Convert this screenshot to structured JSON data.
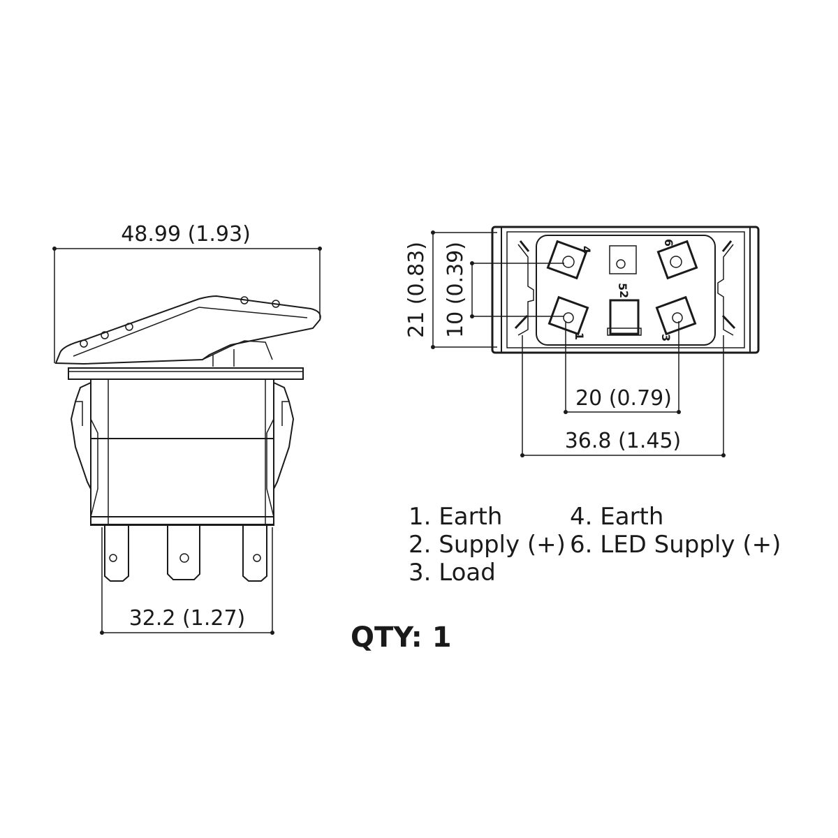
{
  "dimensions": {
    "overall_width": "48.99 (1.93)",
    "body_width": "32.2 (1.27)",
    "height_total": "21 (0.83)",
    "height_pin_pitch": "10 (0.39)",
    "pin_spacing": "20 (0.79)",
    "housing_width": "36.8 (1.45)"
  },
  "pin_numbers": {
    "p1": "1",
    "p2": "2",
    "p3": "3",
    "p4": "4",
    "p5": "5",
    "p6": "6"
  },
  "legend": {
    "left": [
      "1. Earth",
      "2. Supply (+)",
      "3. Load"
    ],
    "right": [
      "4. Earth",
      "6. LED Supply (+)"
    ]
  },
  "qty": "QTY: 1",
  "colors": {
    "ink": "#1a1a1a",
    "background": "#ffffff"
  }
}
